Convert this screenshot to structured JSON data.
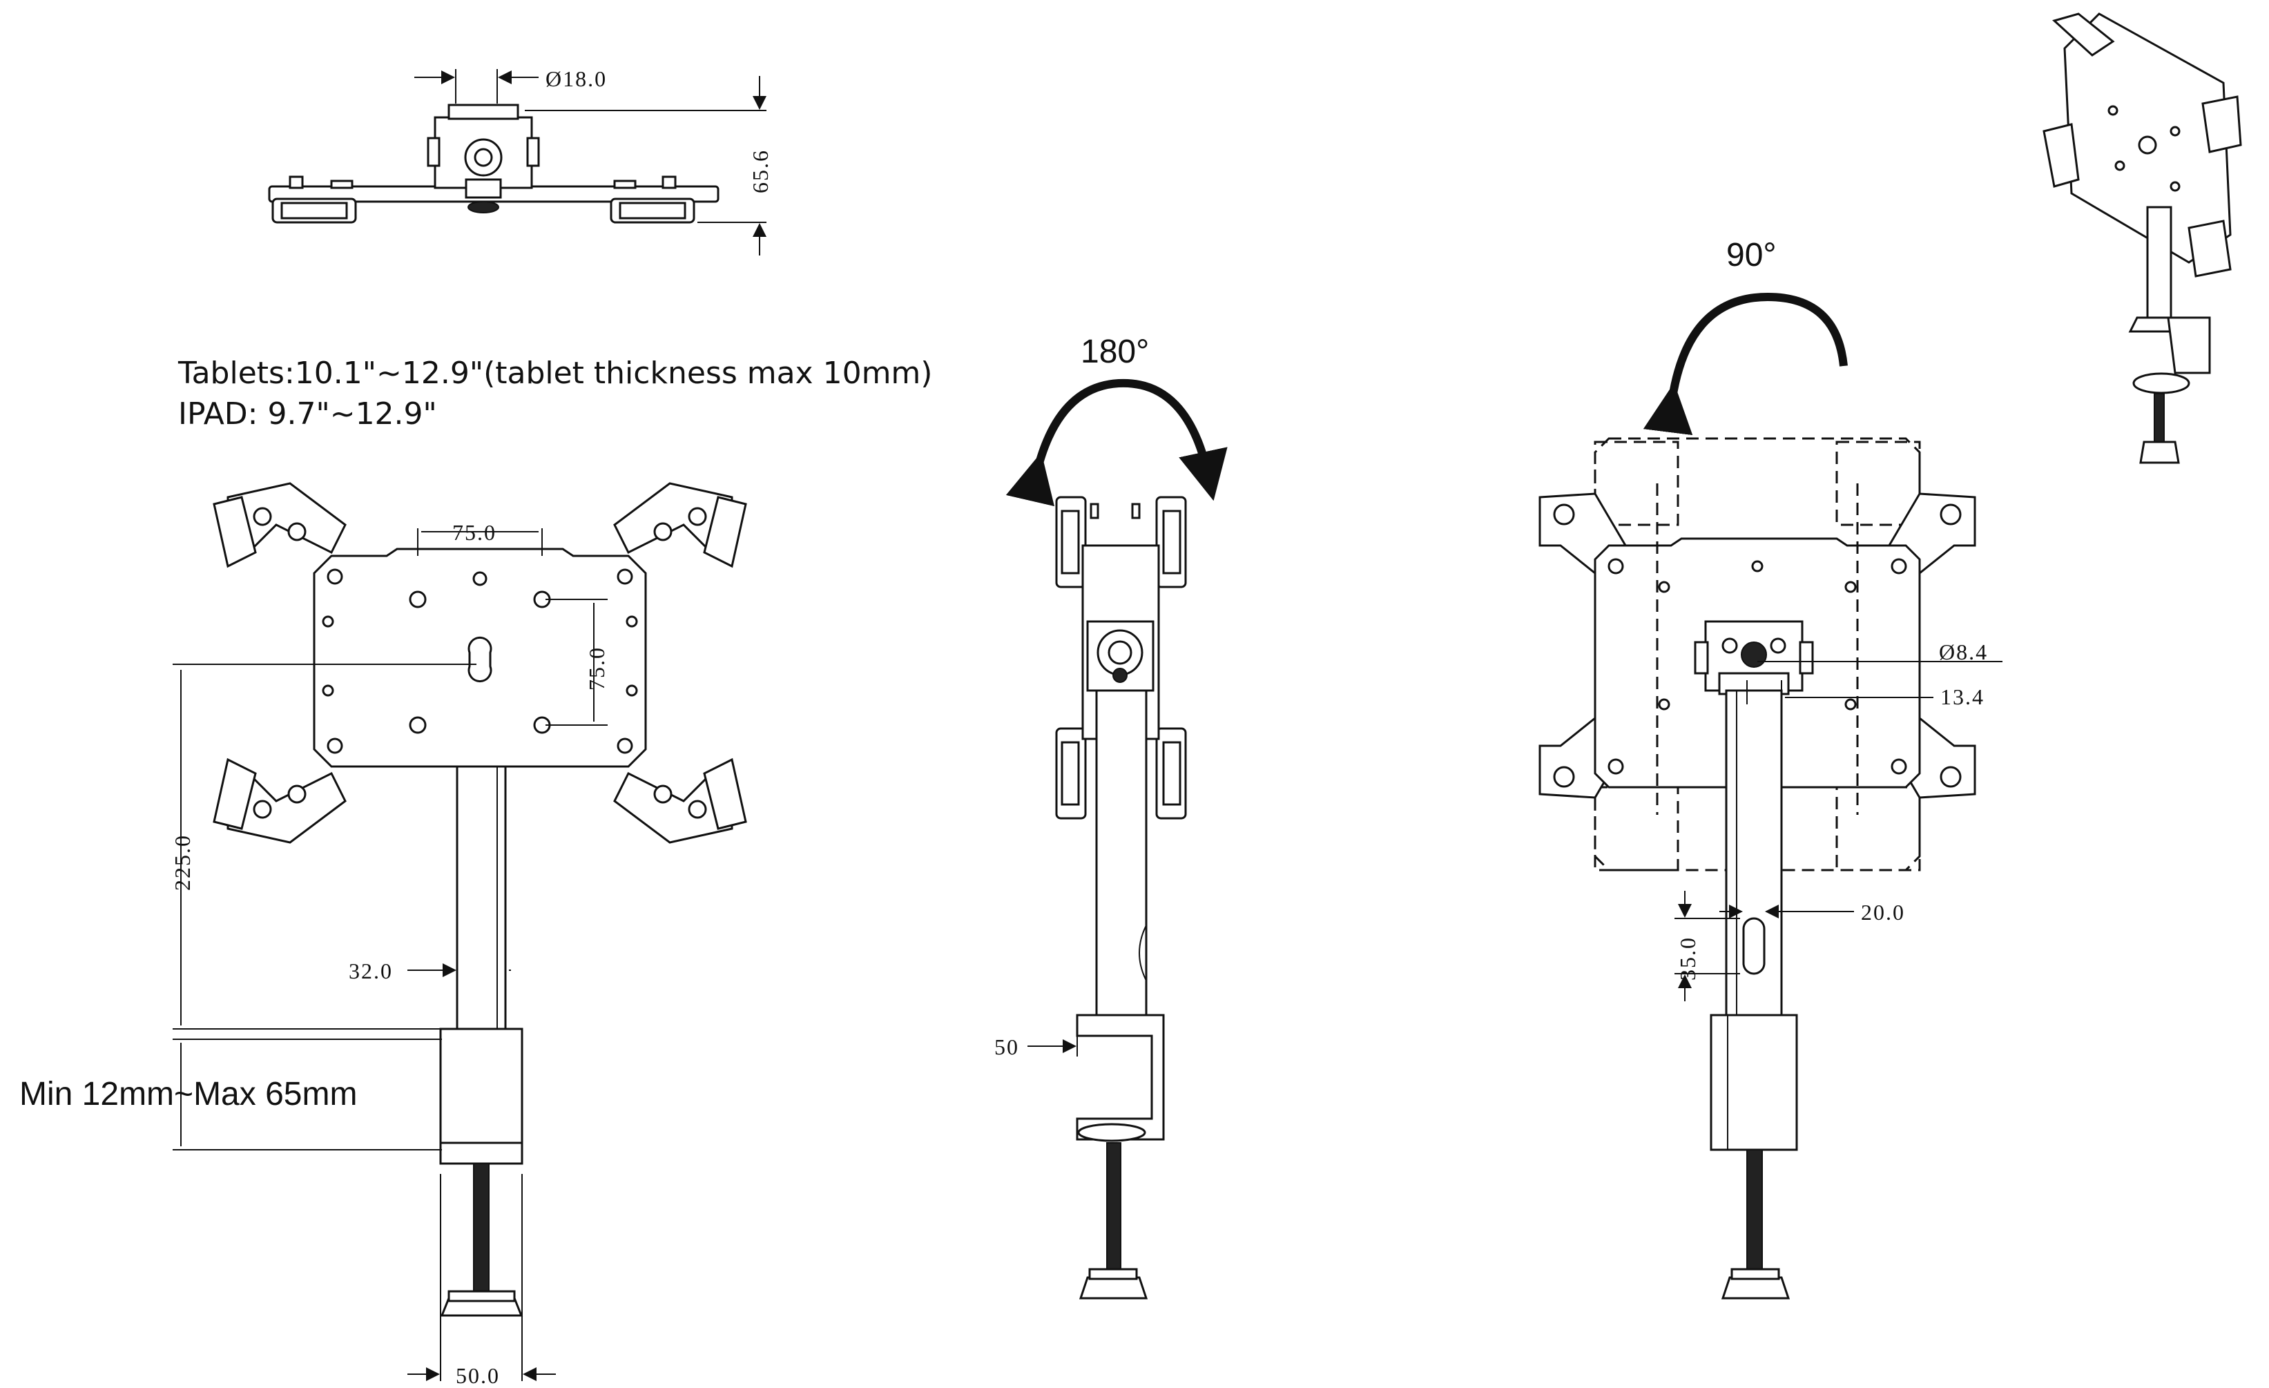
{
  "labels": {
    "tablets": "Tablets:10.1\"~12.9\"(tablet thickness max 10mm)",
    "ipad": "IPAD: 9.7\"~12.9\"",
    "clamp_range": "Min 12mm~Max 65mm",
    "rot_180": "180°",
    "rot_90": "90°"
  },
  "dimensions": {
    "top_dia": "Ø18.0",
    "top_height": "65.6",
    "vesa_h": "75.0",
    "vesa_v": "75.0",
    "height_225": "225.0",
    "pole_32": "32.0",
    "base_50": "50.0",
    "side_50": "50",
    "dia_84": "Ø8.4",
    "dim_134": "13.4",
    "dim_200": "20.0",
    "dim_350": "35.0"
  }
}
